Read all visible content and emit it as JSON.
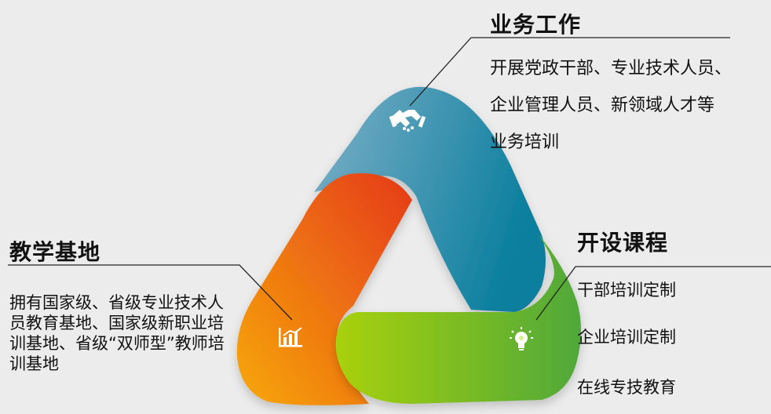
{
  "sections": {
    "top": {
      "title": "业务工作",
      "lines": [
        "开展党政干部、专业技术人员、",
        "企业管理人员、新领域人才等",
        "业务培训"
      ],
      "icon": "handshake-icon"
    },
    "left": {
      "title": "教学基地",
      "text": "拥有国家级、省级专业技术人员教育基地、国家级新职业培训基地、省级“双师型”教师培训基地",
      "icon": "bar-chart-icon"
    },
    "right": {
      "title": "开设课程",
      "items": [
        "干部培训定制",
        "企业培训定制",
        "在线专技教育"
      ],
      "icon": "lightbulb-icon"
    }
  },
  "colors": {
    "background": "#ececec",
    "blue_band": [
      "#7fb0c8",
      "#0a7f9e"
    ],
    "orange_band": [
      "#f7a80a",
      "#e53a1a"
    ],
    "green_band": [
      "#a9d10c",
      "#4fa83a"
    ],
    "line": "#222222"
  }
}
